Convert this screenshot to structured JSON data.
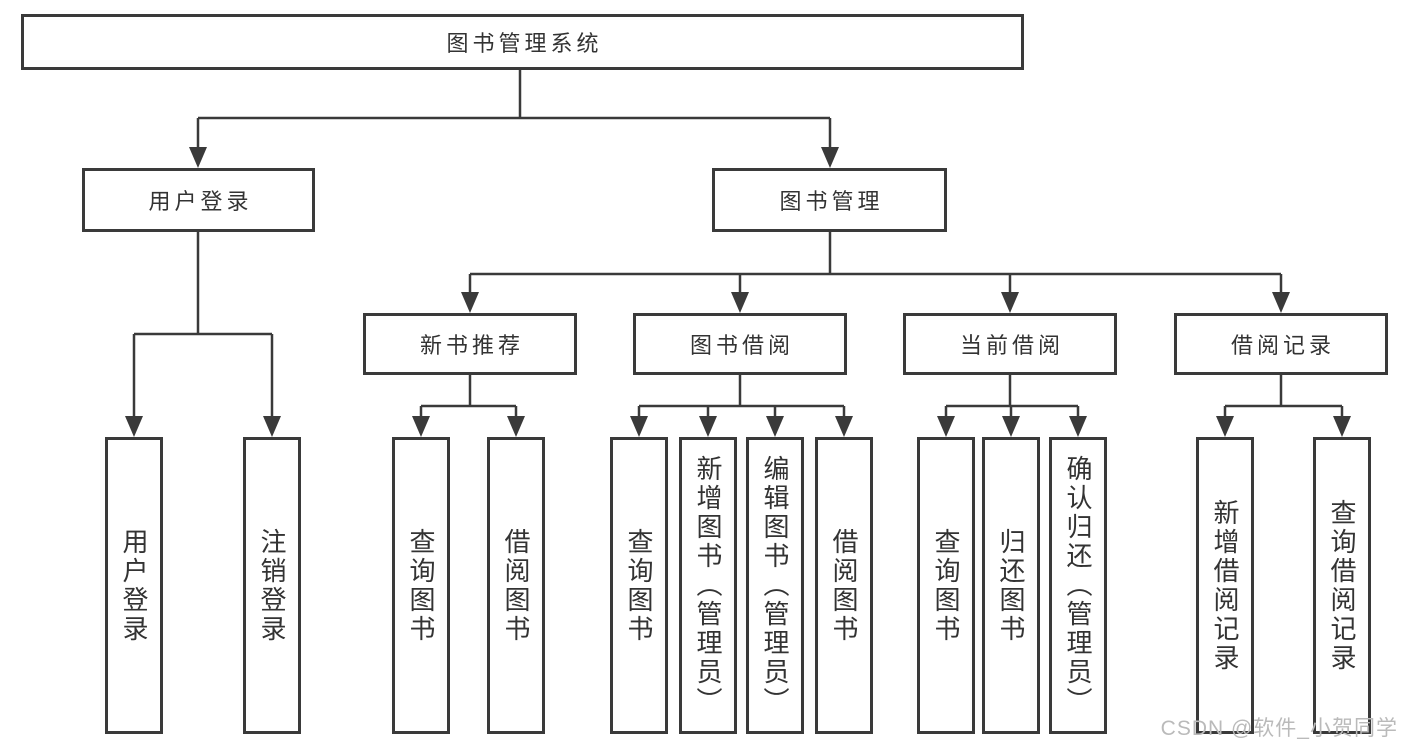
{
  "colors": {
    "line": "#3a3a3a",
    "text": "#333333",
    "box_bg": "#ffffff",
    "watermark": "#bababa",
    "background": "#ffffff"
  },
  "watermark": "CSDN @软件_小贺同学",
  "tree": {
    "root": {
      "label": "图书管理系统"
    },
    "branches": [
      {
        "label": "用户登录",
        "leaves": [
          {
            "label": "用户登录"
          },
          {
            "label": "注销登录"
          }
        ]
      },
      {
        "label": "图书管理",
        "sections": [
          {
            "label": "新书推荐",
            "leaves": [
              {
                "label": "查询图书"
              },
              {
                "label": "借阅图书"
              }
            ]
          },
          {
            "label": "图书借阅",
            "leaves": [
              {
                "label": "查询图书"
              },
              {
                "label": "新增图书（管理员）"
              },
              {
                "label": "编辑图书（管理员）"
              },
              {
                "label": "借阅图书"
              }
            ]
          },
          {
            "label": "当前借阅",
            "leaves": [
              {
                "label": "查询图书"
              },
              {
                "label": "归还图书"
              },
              {
                "label": "确认归还（管理员）"
              }
            ]
          },
          {
            "label": "借阅记录",
            "leaves": [
              {
                "label": "新增借阅记录"
              },
              {
                "label": "查询借阅记录"
              }
            ]
          }
        ]
      }
    ]
  }
}
